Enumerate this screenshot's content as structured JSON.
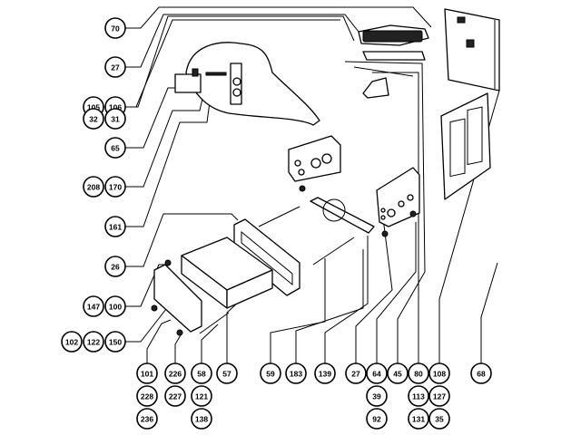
{
  "diagram": {
    "title": "Exploded parts view",
    "callouts_left": [
      {
        "labels": [
          "70"
        ]
      },
      {
        "labels": [
          "27"
        ]
      },
      {
        "labels": [
          "105",
          "106"
        ]
      },
      {
        "labels": [
          "32",
          "31"
        ]
      },
      {
        "labels": [
          "65"
        ]
      },
      {
        "labels": [
          "208",
          "170"
        ]
      },
      {
        "labels": [
          "161"
        ]
      },
      {
        "labels": [
          "26"
        ]
      },
      {
        "labels": [
          "147",
          "100"
        ]
      },
      {
        "labels": [
          "102",
          "122",
          "150"
        ]
      }
    ],
    "callouts_bottom": [
      {
        "labels": [
          "101",
          "228",
          "236"
        ]
      },
      {
        "labels": [
          "226",
          "227"
        ]
      },
      {
        "labels": [
          "58",
          "121",
          "138"
        ]
      },
      {
        "labels": [
          "57"
        ]
      },
      {
        "labels": [
          "59"
        ]
      },
      {
        "labels": [
          "183"
        ]
      },
      {
        "labels": [
          "139"
        ]
      },
      {
        "labels": [
          "27"
        ]
      },
      {
        "labels": [
          "64",
          "39",
          "92"
        ]
      },
      {
        "labels": [
          "45"
        ]
      },
      {
        "labels": [
          "80",
          "113",
          "131"
        ]
      },
      {
        "labels": [
          "108",
          "127",
          "35"
        ]
      },
      {
        "labels": [
          "68"
        ]
      }
    ],
    "parts": [
      "heater-element-assembly",
      "back-panel",
      "oven-door",
      "control-bracket",
      "detail-magnifier",
      "control-box",
      "terminal-block",
      "drawer-front",
      "drawer-box",
      "drawer-frame",
      "drawer-slide-left",
      "drawer-slide-right",
      "slide-rail",
      "rotary-bracket",
      "screws"
    ]
  }
}
